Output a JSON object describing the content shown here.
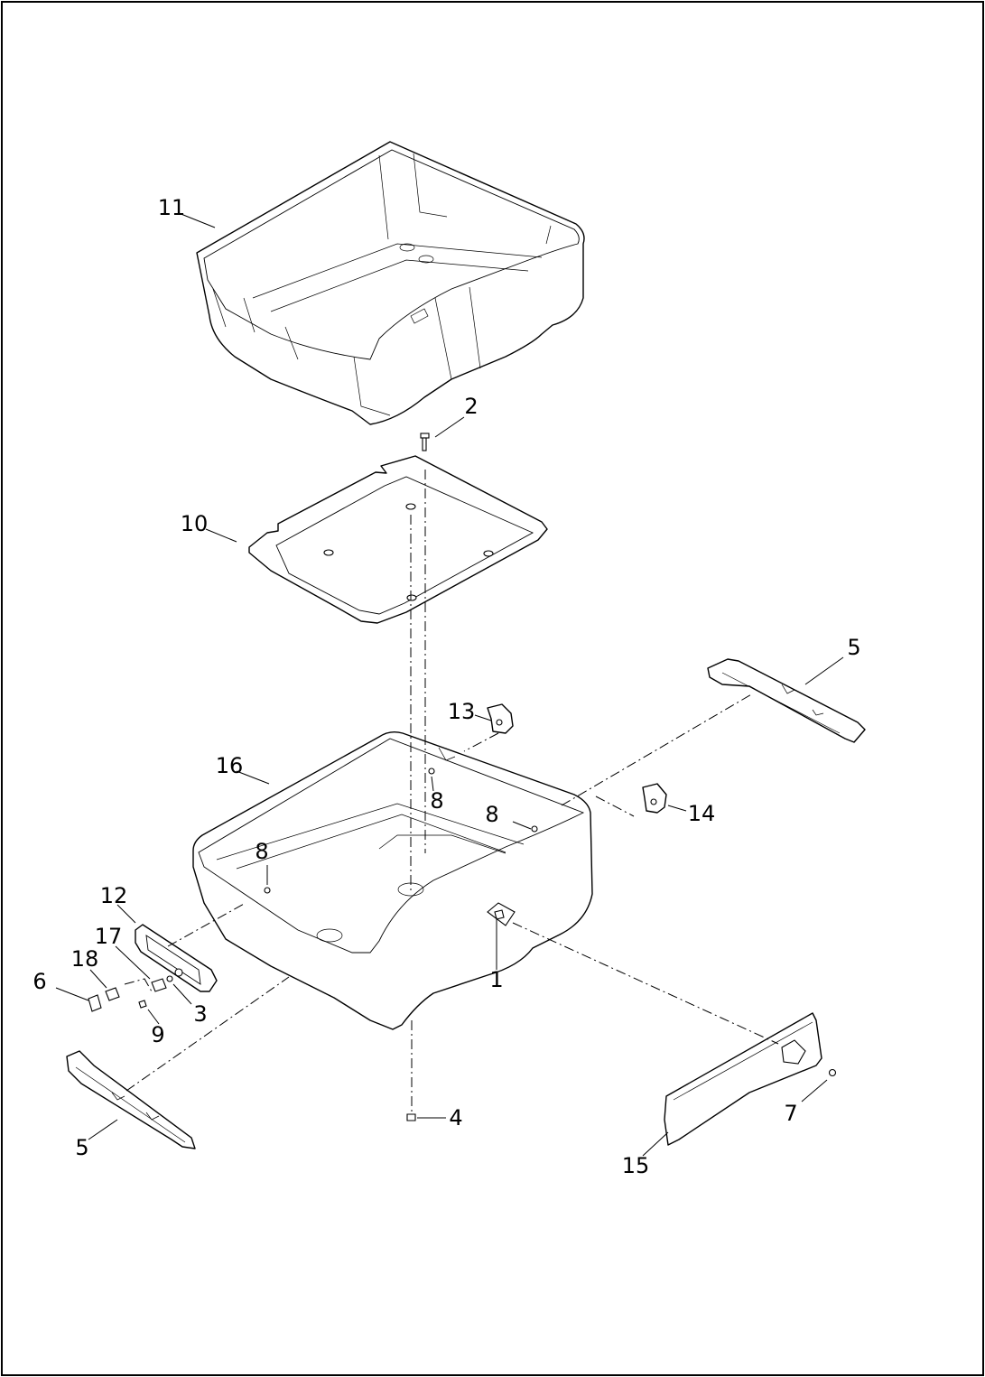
{
  "diagram": {
    "type": "exploded-parts-view",
    "callouts": [
      "11",
      "2",
      "10",
      "5",
      "13",
      "16",
      "8",
      "8",
      "8",
      "14",
      "12",
      "17",
      "18",
      "6",
      "3",
      "9",
      "1",
      "5",
      "4",
      "7",
      "15"
    ]
  }
}
